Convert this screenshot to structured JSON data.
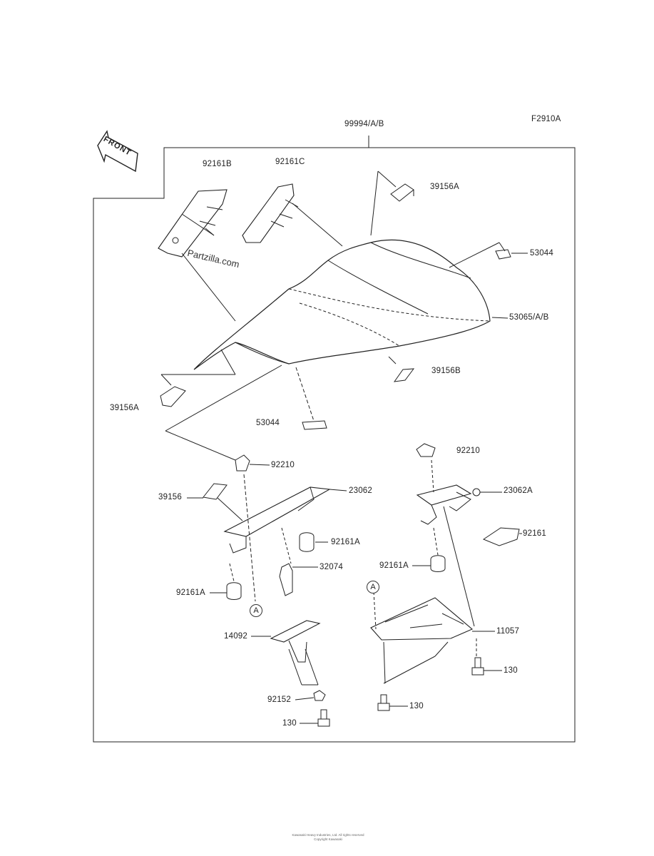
{
  "figure_code": "F2910A",
  "assembly_label": "99994/A/B",
  "front_label": "FRONT",
  "watermark": "Partzilla.com",
  "callout_label": "A",
  "footer": [
    "Kawasaki Heavy Industries, Ltd. All rights reserved",
    "Copyright Kawasaki"
  ],
  "parts": {
    "p92161B": "92161B",
    "p92161C": "92161C",
    "p39156A_top": "39156A",
    "p53044_right": "53044",
    "p53065": "53065/A/B",
    "p39156B": "39156B",
    "p39156A_left": "39156A",
    "p53044_bottom": "53044",
    "p92210_left": "92210",
    "p39156": "39156",
    "p23062": "23062",
    "p92161A_mid": "92161A",
    "p32074": "32074",
    "p92161A_left": "92161A",
    "p14092": "14092",
    "p92152": "92152",
    "p130_left": "130",
    "p92210_right": "92210",
    "p23062A": "23062A",
    "p92161": "92161",
    "p92161A_right": "92161A",
    "p11057": "11057",
    "p130_right_top": "130",
    "p130_right_bottom": "130"
  }
}
